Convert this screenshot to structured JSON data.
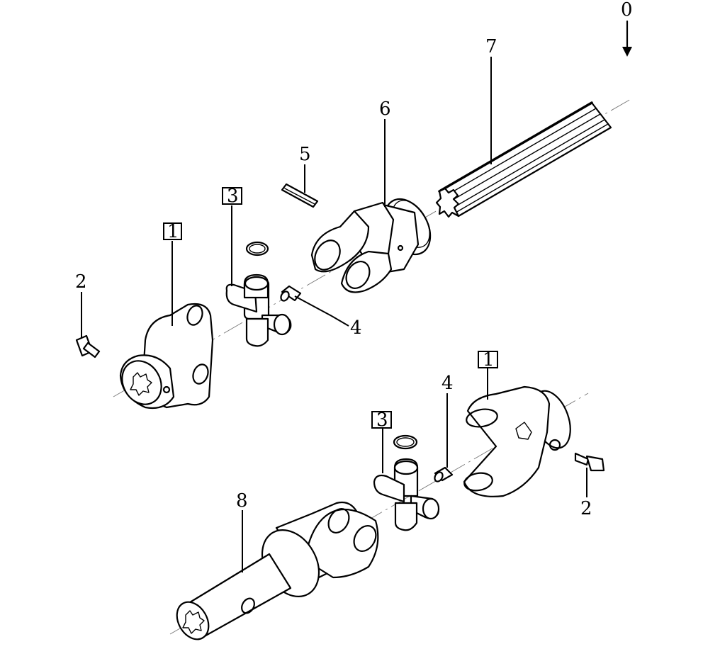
{
  "diagram": {
    "view_label": "0",
    "callouts": [
      {
        "id": "c1a",
        "text": "1",
        "boxed": true
      },
      {
        "id": "c2a",
        "text": "2",
        "boxed": false
      },
      {
        "id": "c3a",
        "text": "3",
        "boxed": true
      },
      {
        "id": "c4a",
        "text": "4",
        "boxed": false
      },
      {
        "id": "c5",
        "text": "5",
        "boxed": false
      },
      {
        "id": "c6",
        "text": "6",
        "boxed": false
      },
      {
        "id": "c7",
        "text": "7",
        "boxed": false
      },
      {
        "id": "c1b",
        "text": "1",
        "boxed": true
      },
      {
        "id": "c4b",
        "text": "4",
        "boxed": false
      },
      {
        "id": "c3b",
        "text": "3",
        "boxed": true
      },
      {
        "id": "c8",
        "text": "8",
        "boxed": false
      },
      {
        "id": "c2b",
        "text": "2",
        "boxed": false
      }
    ]
  }
}
